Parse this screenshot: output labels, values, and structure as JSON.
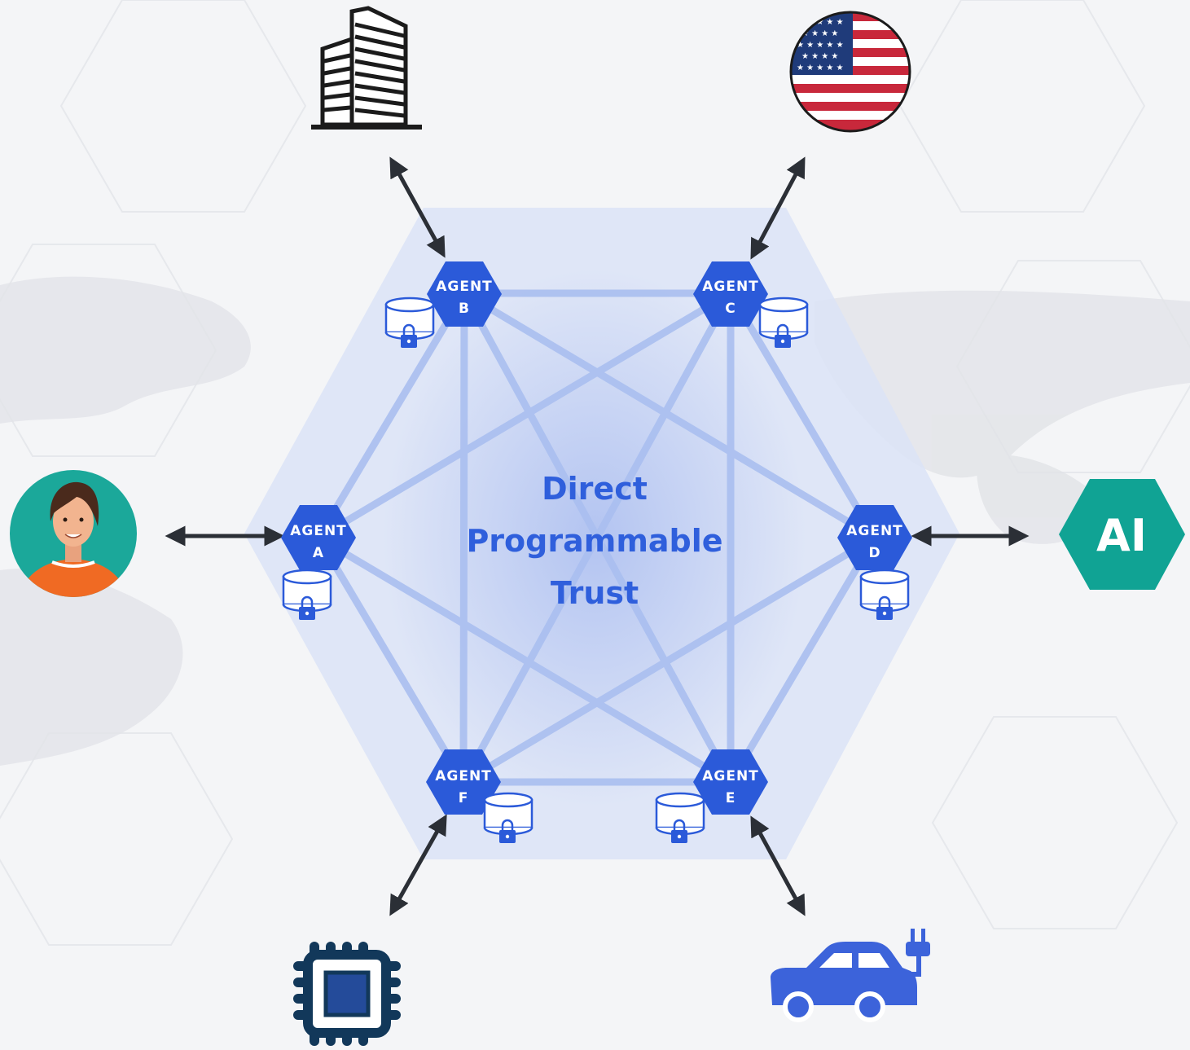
{
  "title": {
    "line1": "Direct",
    "line2": "Programmable",
    "line3": "Trust"
  },
  "agents": [
    {
      "id": "A",
      "line1": "AGENT",
      "line2": "A"
    },
    {
      "id": "B",
      "line1": "AGENT",
      "line2": "B"
    },
    {
      "id": "C",
      "line1": "AGENT",
      "line2": "C"
    },
    {
      "id": "D",
      "line1": "AGENT",
      "line2": "D"
    },
    {
      "id": "E",
      "line1": "AGENT",
      "line2": "E"
    },
    {
      "id": "F",
      "line1": "AGENT",
      "line2": "F"
    }
  ],
  "external_entities": [
    {
      "agent": "A",
      "icon": "person-avatar-icon"
    },
    {
      "agent": "B",
      "icon": "office-building-icon"
    },
    {
      "agent": "C",
      "icon": "us-flag-icon"
    },
    {
      "agent": "D",
      "icon": "ai-hexagon-icon",
      "label": "AI"
    },
    {
      "agent": "E",
      "icon": "electric-car-icon"
    },
    {
      "agent": "F",
      "icon": "microchip-icon"
    }
  ],
  "colors": {
    "agent": "#2b5ad9",
    "link": "#aabff0",
    "hex_background": "#dbe3f7",
    "title": "#2f5fdc",
    "arrow": "#2b2f36",
    "ai": "#10a394",
    "person_bg": "#1ba89a",
    "person_shirt": "#f06a23",
    "car": "#3c63da",
    "chip_outline": "#12385a",
    "chip_core": "#244b9a"
  }
}
